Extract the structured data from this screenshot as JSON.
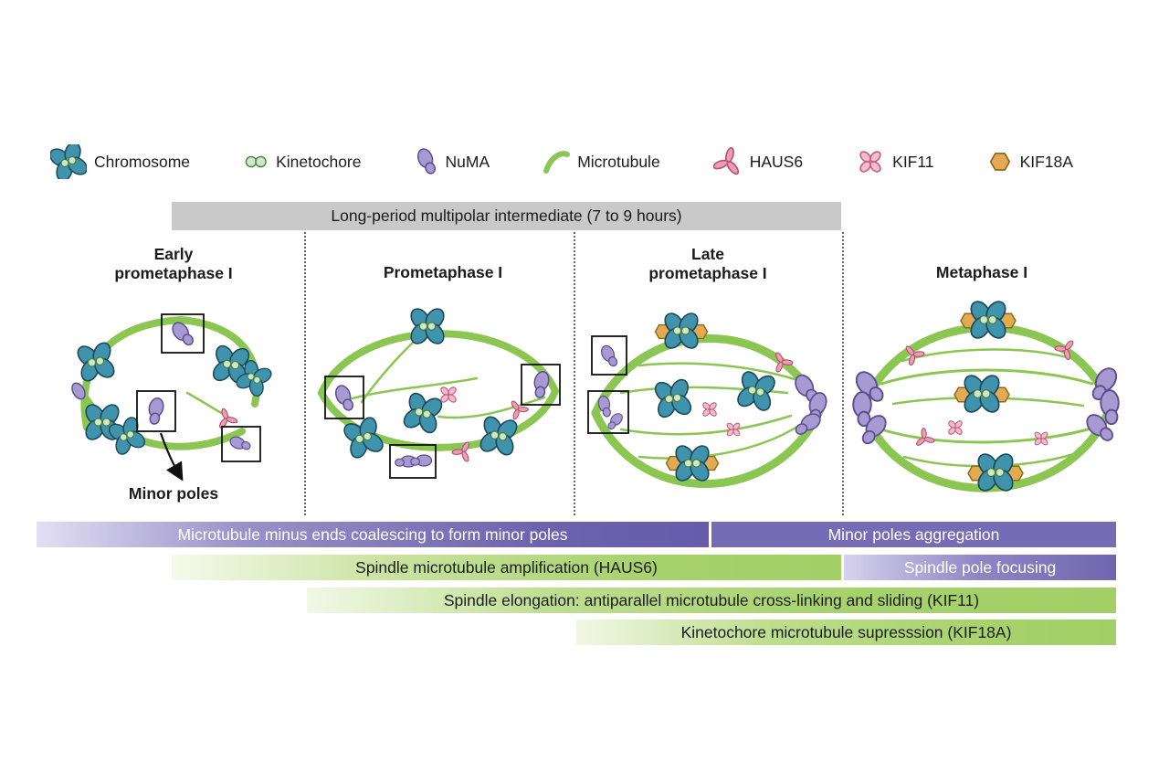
{
  "legend": {
    "items": [
      {
        "label": "Chromosome"
      },
      {
        "label": "Kinetochore"
      },
      {
        "label": "NuMA"
      },
      {
        "label": "Microtubule"
      },
      {
        "label": "HAUS6"
      },
      {
        "label": "KIF11"
      },
      {
        "label": "KIF18A"
      }
    ]
  },
  "banner": {
    "label": "Long-period multipolar intermediate (7 to 9 hours)"
  },
  "phases": [
    {
      "title": "Early\nprometaphase I"
    },
    {
      "title": "Prometaphase I"
    },
    {
      "title": "Late\nprometaphase I"
    },
    {
      "title": "Metaphase I"
    }
  ],
  "annotations": {
    "minor_poles_label": "Minor poles"
  },
  "timeline": {
    "row1": {
      "left": "Microtubule minus ends coalescing to form minor poles",
      "right": "Minor poles aggregation"
    },
    "row2": {
      "left": "Spindle microtubule amplification  (HAUS6)",
      "right": "Spindle pole focusing"
    },
    "row3": {
      "label": "Spindle elongation: antiparallel microtubule cross-linking and sliding (KIF11)"
    },
    "row4": {
      "label": "Kinetochore microtubule supresssion  (KIF18A)"
    }
  },
  "colors": {
    "chromosome": "#3f93ad",
    "kinetochore": "#cde9c6",
    "numa": "#a79ad2",
    "microtubule": "#8bc653",
    "haus6": "#ef9db4",
    "kif11": "#f5bccb",
    "kif18a": "#e3aa52",
    "banner_bg": "#c9c9c9",
    "bar_purple": "#6c63ae",
    "bar_green": "#a7d26d"
  }
}
